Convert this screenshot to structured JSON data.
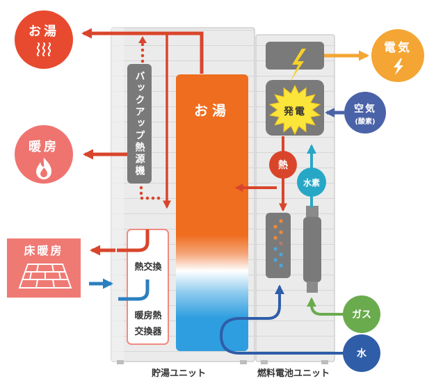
{
  "diagram": {
    "outputs": {
      "hot_water": {
        "label": "お湯",
        "icon": "steam-icon",
        "color": "#e84a2f"
      },
      "heating": {
        "label": "暖房",
        "icon": "flame-icon",
        "color": "#ef7470"
      },
      "floor_heating": {
        "label": "床暖房",
        "icon": "floor-icon",
        "color": "#ef7a74"
      },
      "electricity": {
        "label": "電気",
        "icon": "lightning-icon",
        "color": "#f4a533"
      }
    },
    "inputs": {
      "air": {
        "label": "空気",
        "sublabel": "(酸素)",
        "color": "#4a62a8"
      },
      "gas": {
        "label": "ガス",
        "color": "#6aab4e"
      },
      "water": {
        "label": "水",
        "color": "#2f5da8"
      }
    },
    "storage_unit": {
      "label": "貯湯ユニット",
      "tank_label": "お湯",
      "backup_heater": "バックアップ熱源機",
      "heat_exchange": "熱交換",
      "heating_exchanger_lines": [
        "暖房熱",
        "交換器"
      ]
    },
    "fuel_cell_unit": {
      "label": "燃料電池ユニット",
      "generation": "発電",
      "heat": "熱",
      "hydrogen": "水素"
    },
    "flow_colors": {
      "hot": "#d9452b",
      "cold": "#2b7fbf",
      "power": "#f4a533",
      "hydrogen": "#27a7c6",
      "tank_top": "#ef6d1f",
      "tank_bottom": "#2f9ee0"
    }
  }
}
